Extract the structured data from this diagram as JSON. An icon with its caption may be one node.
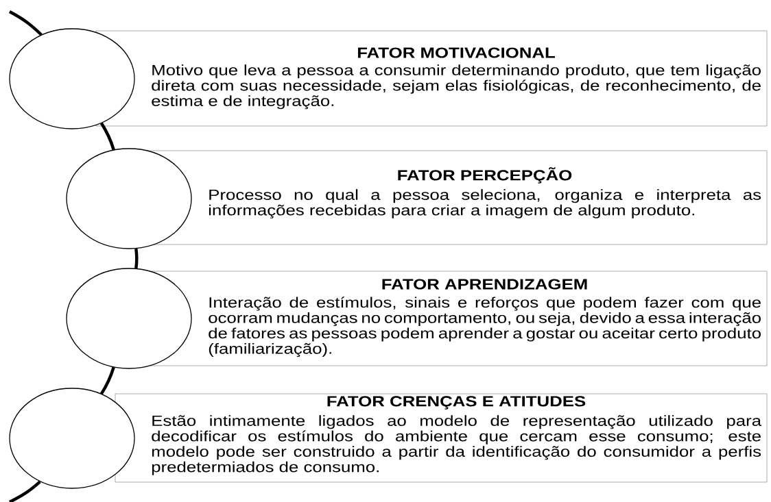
{
  "diagram": {
    "nodes": [
      {
        "text": [],
        "shape": "circle"
      },
      {
        "text": [
          "FATOR MOTIVACIONAL",
          "Motivo que leva a pessoa a consumir determinando produto, que tem ligação direta com suas necessidade, sejam elas fisiológicas, de reconhecimento, de estima e de integração."
        ]
      },
      {
        "text": [],
        "shape": "circle"
      },
      {
        "text": [
          "FATOR PERCEPÇÃO",
          "Processo no qual a pessoa seleciona, organiza e interpreta as informações recebidas para criar a imagem de algum produto."
        ]
      },
      {
        "text": [],
        "shape": "circle"
      },
      {
        "text": [
          "FATOR APRENDIZAGEM",
          "Interação de estímulos, sinais e reforços que podem fazer com que ocorram mudanças no comportamento, ou seja, devido a essa interação de fatores as pessoas podem aprender a gostar ou aceitar certo produto (familiarização)."
        ]
      },
      {
        "text": [],
        "shape": "circle"
      },
      {
        "text": [
          "FATOR CRENÇAS E ATITUDES",
          "Estão intimamente ligados ao modelo de representação utilizado para decodificar os estímulos do ambiente que cercam esse consumo; este modelo pode ser construido a partir da identificação do consumidor a perfis predetermiados de consumo."
        ]
      }
    ],
    "edges": [
      {
        "from": null,
        "to": 0,
        "arrow": "none"
      },
      {
        "from": 0,
        "to": 2,
        "arrow": "none"
      },
      {
        "from": 2,
        "to": 4,
        "arrow": "none"
      },
      {
        "from": 4,
        "to": 6,
        "arrow": "none"
      },
      {
        "from": 6,
        "to": null,
        "arrow": "none"
      }
    ]
  }
}
